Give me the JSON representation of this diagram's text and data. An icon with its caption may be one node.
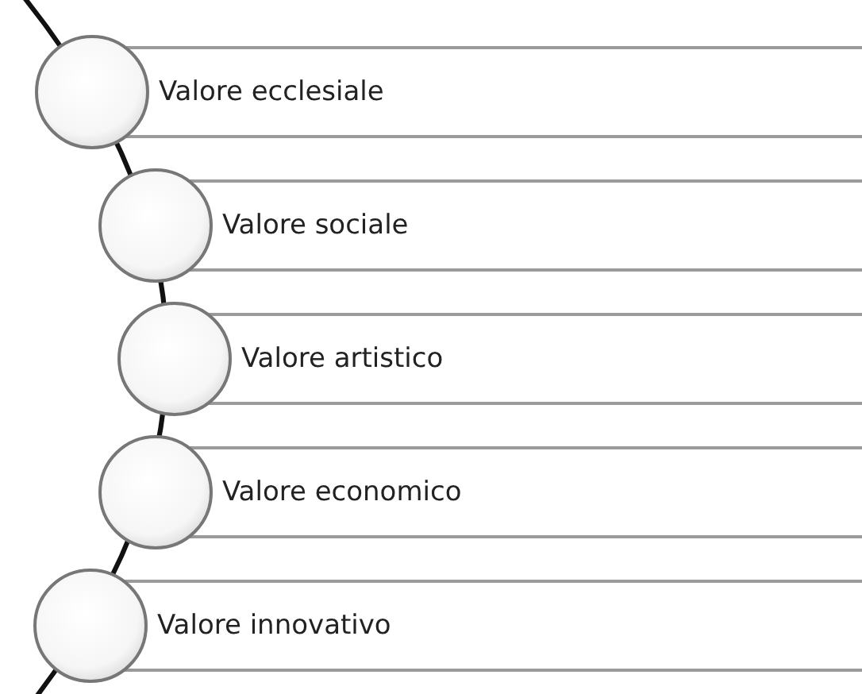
{
  "diagram": {
    "nodes": [
      {
        "text": [
          "Valore ecclesiale"
        ]
      },
      {
        "text": [
          "Valore sociale"
        ]
      },
      {
        "text": [
          "Valore artistico"
        ]
      },
      {
        "text": [
          "Valore economico"
        ]
      },
      {
        "text": [
          "Valore innovativo"
        ]
      }
    ]
  }
}
